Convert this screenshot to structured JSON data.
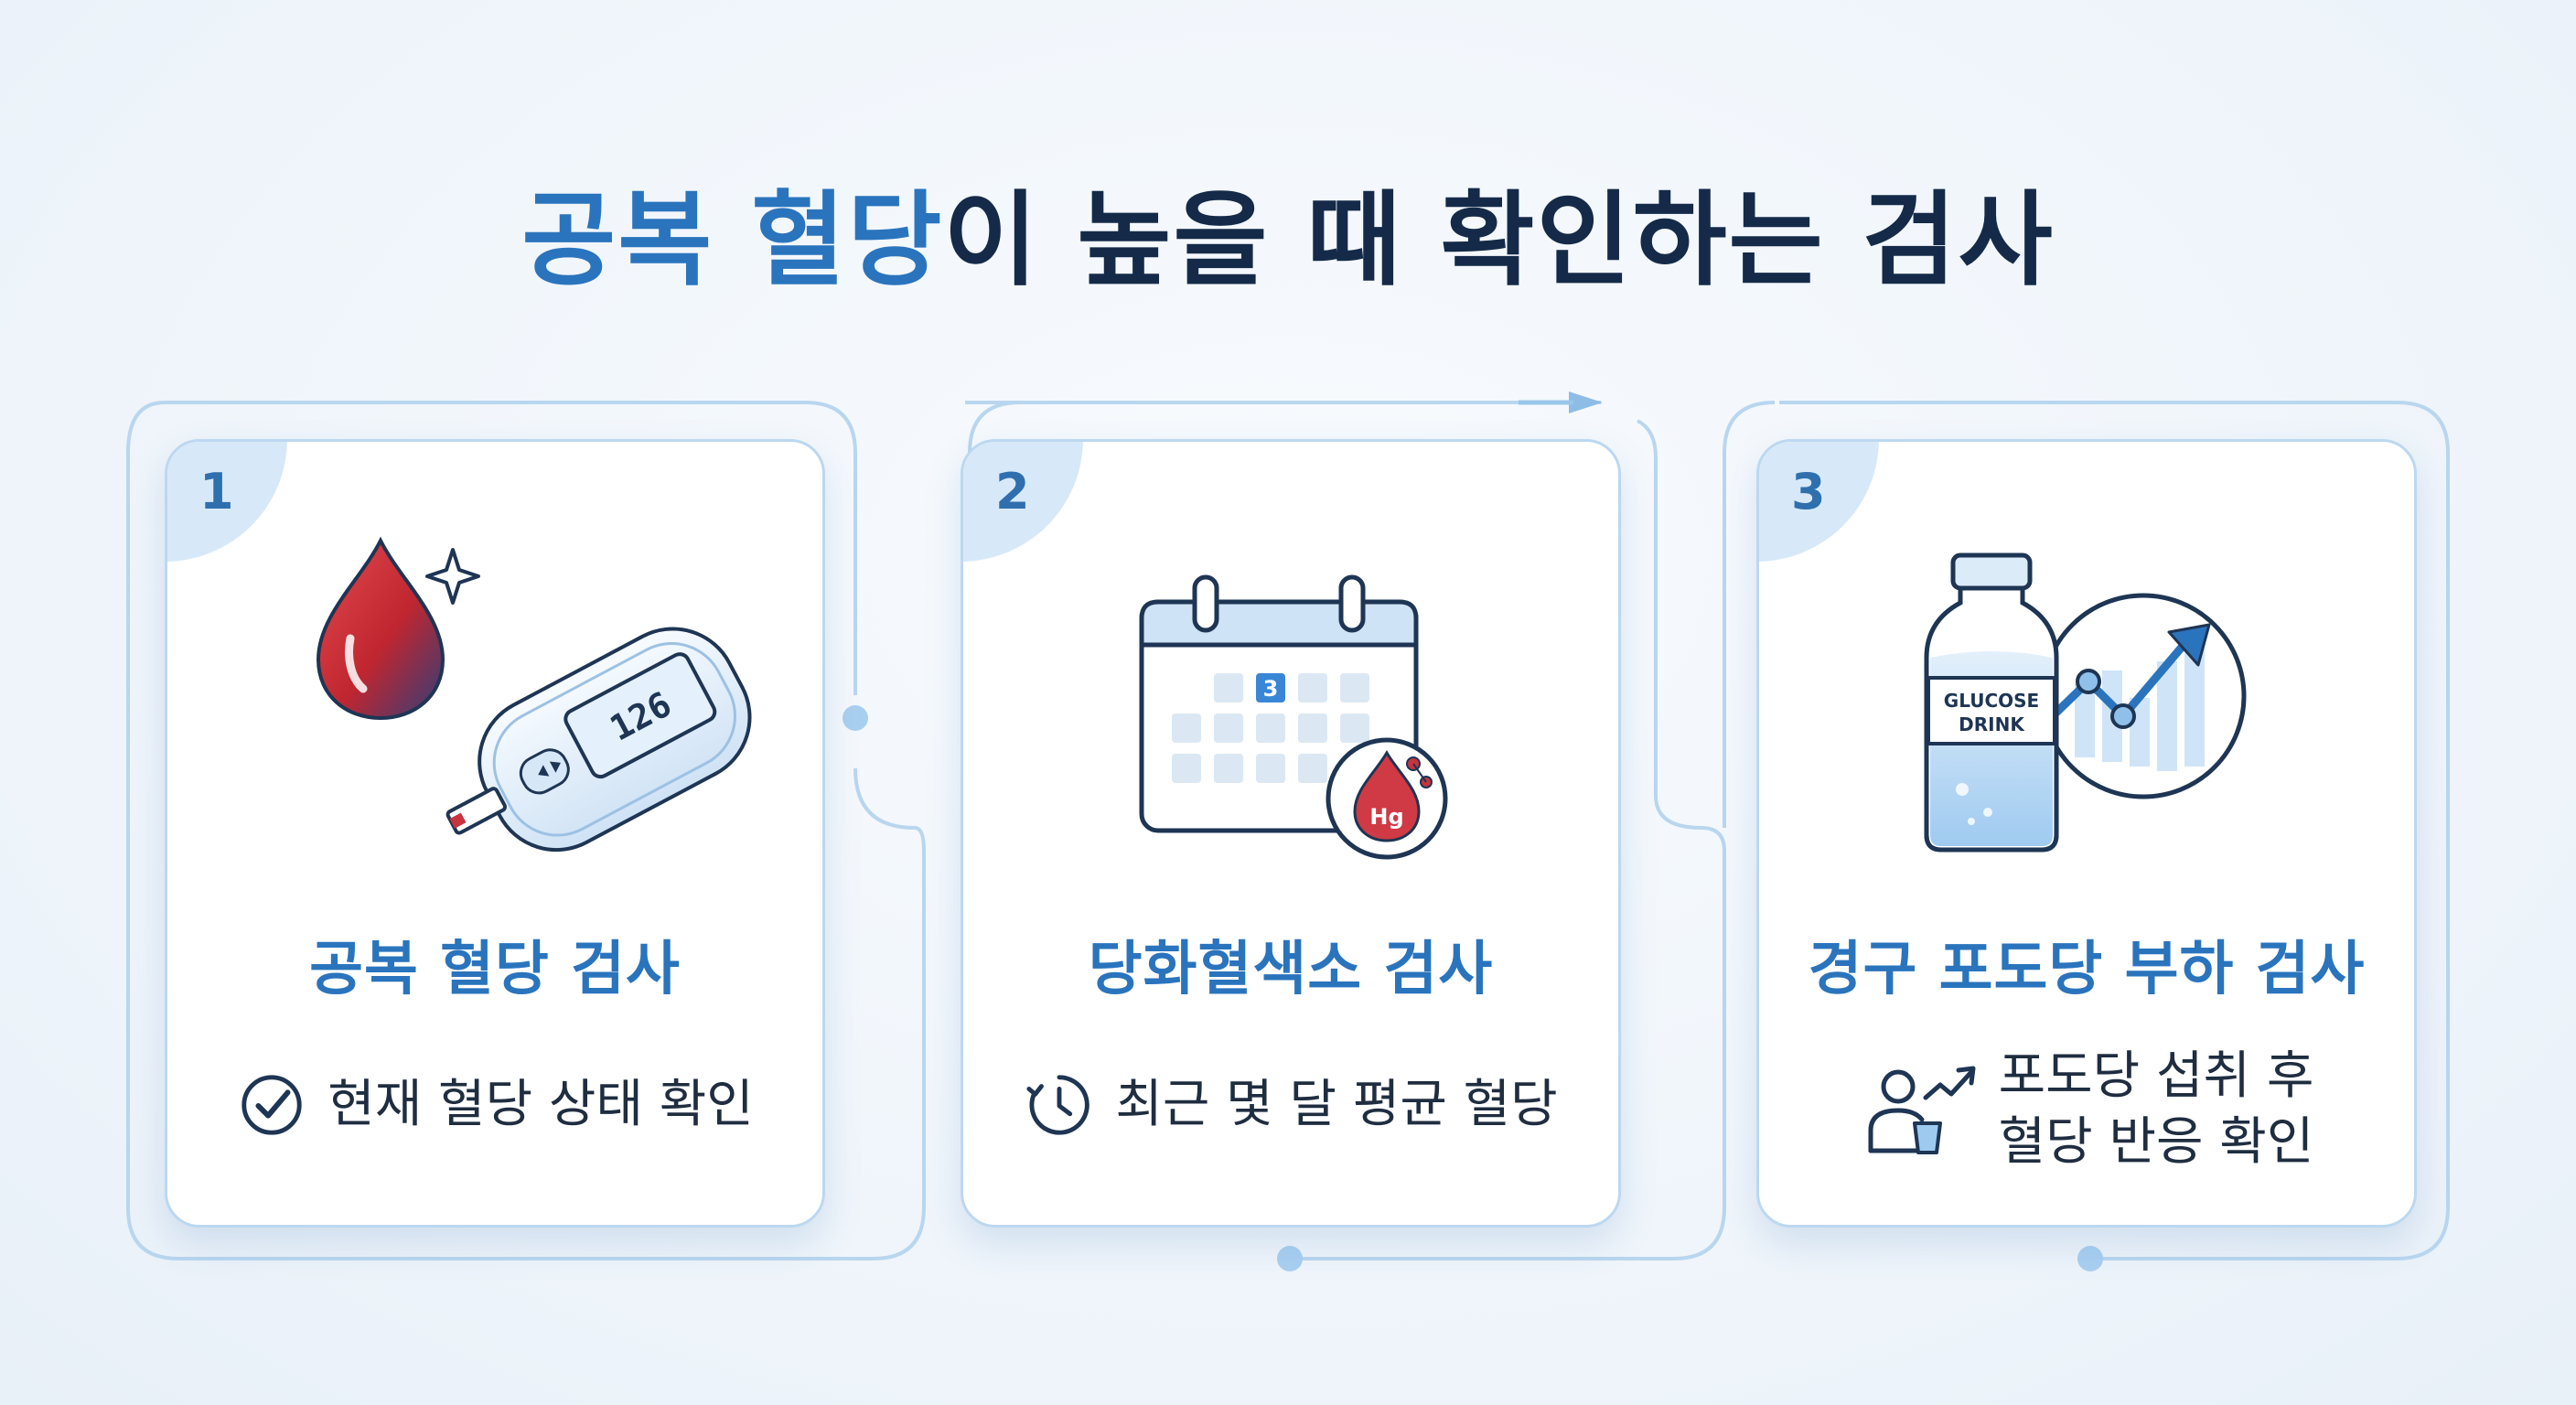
{
  "title": {
    "part1": "공복 혈당",
    "part2": "이 높을 때 확인하는 검사"
  },
  "colors": {
    "accent": "#2a74bd",
    "title_dark": "#142a48",
    "card_border": "#bcd8f0",
    "blood": "#c62e3c"
  },
  "cards": [
    {
      "number": "1",
      "title": "공복 혈당 검사",
      "desc_icon": "check-circle-icon",
      "desc": [
        "현재 혈당 상태 확인"
      ],
      "illustration": {
        "icons": [
          "blood-drop-icon",
          "sparkle-icon",
          "glucose-meter-icon"
        ],
        "meter_reading": "126"
      }
    },
    {
      "number": "2",
      "title": "당화혈색소 검사",
      "desc_icon": "clock-icon",
      "desc": [
        "최근 몇 달 평균 혈당"
      ],
      "illustration": {
        "icons": [
          "calendar-icon",
          "hemoglobin-drop-icon"
        ],
        "calendar_day": "3",
        "badge_text": "Hg"
      }
    },
    {
      "number": "3",
      "title": "경구 포도당 부하 검사",
      "desc_icon": "person-drinking-icon",
      "desc": [
        "포도당 섭취 후",
        "혈당 반응 확인"
      ],
      "illustration": {
        "icons": [
          "glucose-bottle-icon",
          "rising-chart-icon"
        ],
        "bottle_label": [
          "GLUCOSE",
          "DRINK"
        ]
      }
    }
  ]
}
